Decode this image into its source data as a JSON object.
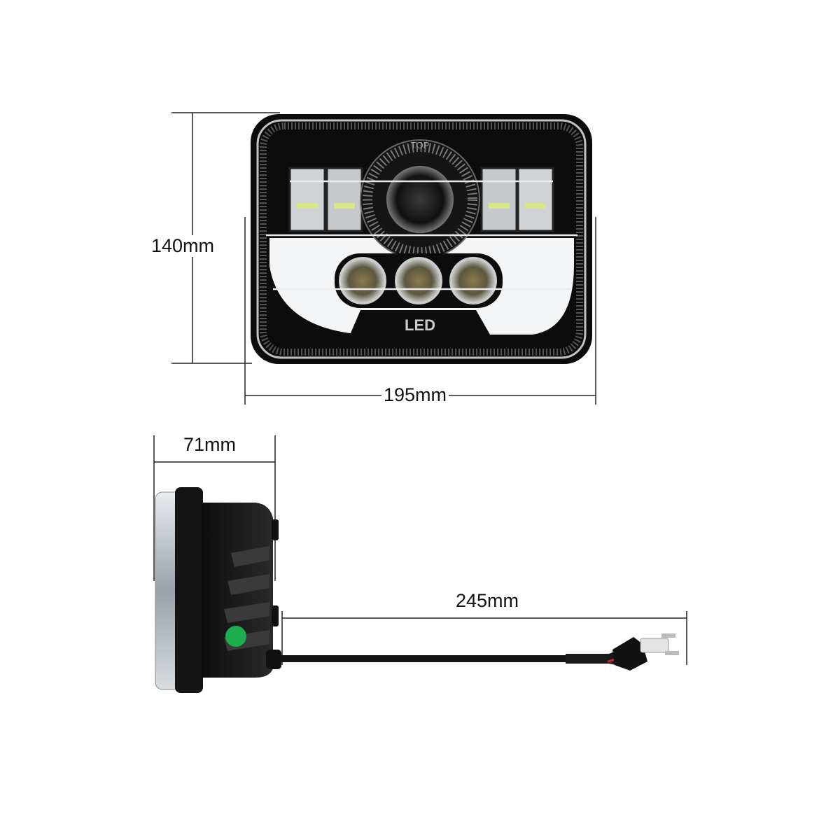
{
  "dimensions": {
    "height": "140mm",
    "width": "195mm",
    "depth": "71mm",
    "cable_length": "245mm"
  },
  "product": {
    "front_top_marking": "TOP",
    "front_badge": "LED"
  },
  "colors": {
    "housing": "#111111",
    "drl_ring": "#f4f6f8",
    "sticker": "#1fae4e",
    "wire_red": "#d0202a",
    "dimension_line": "#222222"
  }
}
